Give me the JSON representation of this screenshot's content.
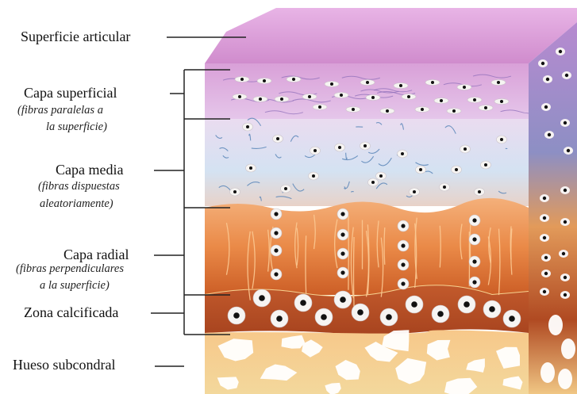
{
  "labels": {
    "superficie": "Superficie articular",
    "superficial": "Capa superficial",
    "superficial_sub_1": "(fibras paralelas a",
    "superficial_sub_2": "la superficie)",
    "media": "Capa media",
    "media_sub_1": "(fibras dispuestas",
    "media_sub_2": "aleatoriamente)",
    "radial": "Capa radial",
    "radial_sub_1": "(fibras perpendiculares",
    "radial_sub_2": "a la superficie)",
    "calcificada": "Zona calcificada",
    "hueso": "Hueso subcondral"
  },
  "colors": {
    "surface_top": "#d69ad2",
    "superficial_layer": "#dcb3e0",
    "middle_layer": "#d8e2f0",
    "radial_layer_top": "#f1a96a",
    "radial_layer_bottom": "#d8692c",
    "calcified_layer": "#b8502a",
    "bone_layer": "#f6cf86",
    "side_face": "#a978c2",
    "cell_body": "#f4f4f4",
    "nucleus": "#111111",
    "fiber_blue": "#5a86b8",
    "fiber_orange": "#f6c08a",
    "leader_line": "#222222"
  }
}
